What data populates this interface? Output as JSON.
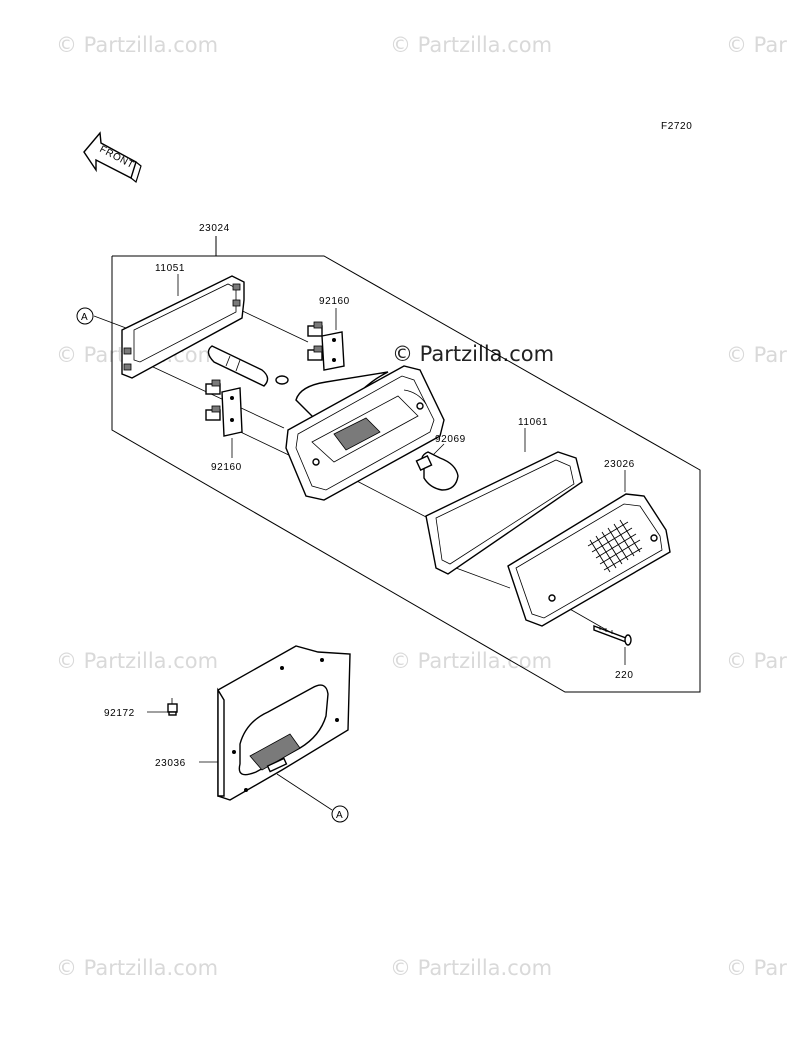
{
  "watermarks": {
    "text": "© Partzilla.com",
    "text_cut": "© Par"
  },
  "figure_code": "F2720",
  "front_label": "FRONT",
  "ref_markers": {
    "a_top": "A",
    "a_bottom": "A"
  },
  "parts": {
    "p23024": "23024",
    "p11051": "11051",
    "p92160_top": "92160",
    "p92160_bottom": "92160",
    "p92069": "92069",
    "p11061": "11061",
    "p23026": "23026",
    "p220": "220",
    "p92172": "92172",
    "p23036": "23036"
  }
}
